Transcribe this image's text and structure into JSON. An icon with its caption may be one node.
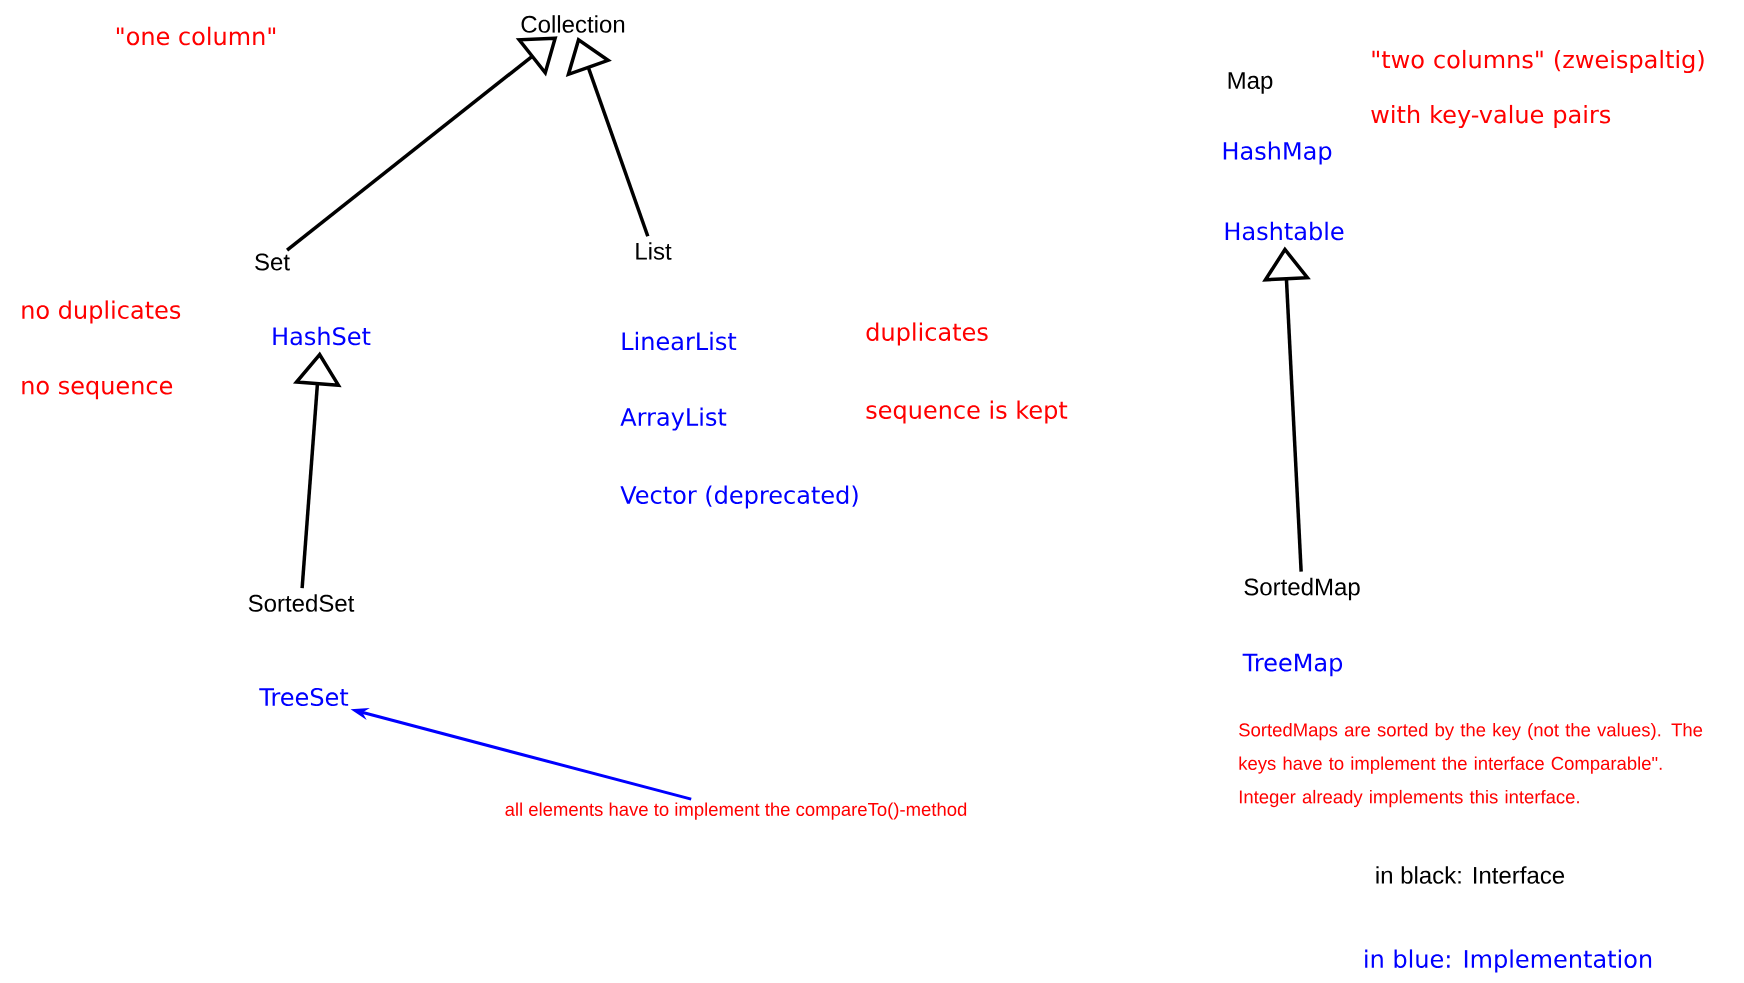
{
  "diagram": {
    "nodes": [
      {
        "text": [
          "Collection"
        ]
      },
      {
        "text": [
          "Set"
        ]
      },
      {
        "text": [
          "List"
        ]
      },
      {
        "text": [
          "HashSet"
        ]
      },
      {
        "text": [
          "SortedSet"
        ]
      },
      {
        "text": [
          "TreeSet"
        ]
      },
      {
        "text": [
          "all elements have to implement the compareTo()-method"
        ]
      },
      {
        "text": [
          "Hashtable"
        ]
      },
      {
        "text": [
          "SortedMap"
        ]
      }
    ],
    "edges": [
      {
        "from": 1,
        "to": 0,
        "arrow": "to"
      },
      {
        "from": 2,
        "to": 0,
        "arrow": "to"
      },
      {
        "from": 4,
        "to": 3,
        "arrow": "to"
      },
      {
        "from": 6,
        "to": 5,
        "arrow": "to",
        "color": "#0000ff"
      },
      {
        "from": 8,
        "to": 7,
        "arrow": "to"
      }
    ],
    "labels": [
      "\"one column\"",
      "Map",
      "\"two columns\" (zweispaltig) with key-value pairs",
      "HashMap",
      "no duplicates",
      "no sequence",
      "LinearList",
      "duplicates",
      "ArrayList",
      "sequence is kept",
      "Vector (deprecated)",
      "TreeMap",
      "SortedMaps are sorted by the key (not the values). The keys have to implement the interface Comparable\". Integer already implements this interface.",
      "in black: Interface",
      "in blue: Implementation"
    ]
  }
}
